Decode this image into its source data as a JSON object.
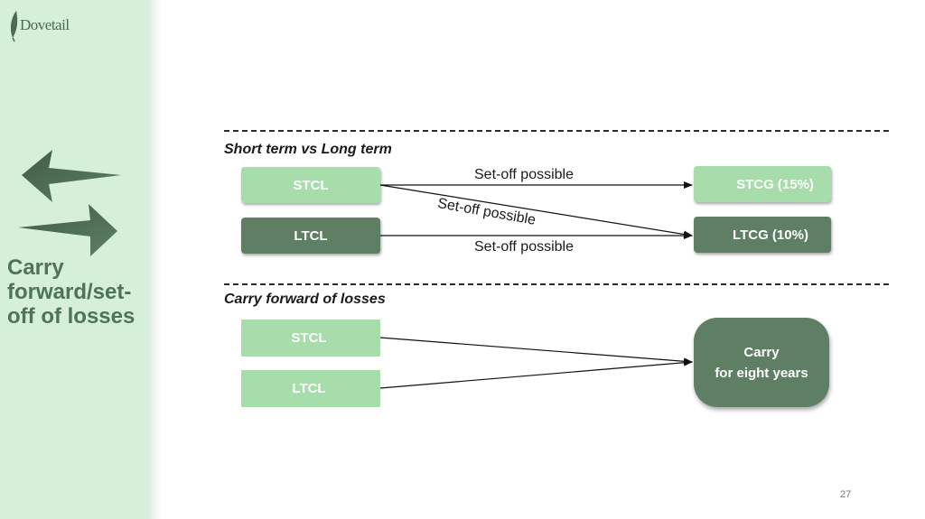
{
  "sidebar": {
    "logo_text": "Dovetail",
    "title": "Carry forward/set-off of losses"
  },
  "section1": {
    "heading": "Short term vs Long term",
    "stcl": "STCL",
    "ltcl": "LTCL",
    "stcg": "STCG (15%)",
    "ltcg": "LTCG (10%)",
    "label_top": "Set-off possible",
    "label_diag": "Set-off possible",
    "label_bottom": "Set-off possible"
  },
  "section2": {
    "heading": "Carry forward of losses",
    "stcl": "STCL",
    "ltcl": "LTCL",
    "carry_line1": "Carry",
    "carry_line2": "for eight years"
  },
  "page_number": "27",
  "colors": {
    "sidebar_bg": "#d6efd9",
    "light_green": "#a7dcab",
    "dark_green": "#5f7f65",
    "title_green": "#4f7356"
  }
}
